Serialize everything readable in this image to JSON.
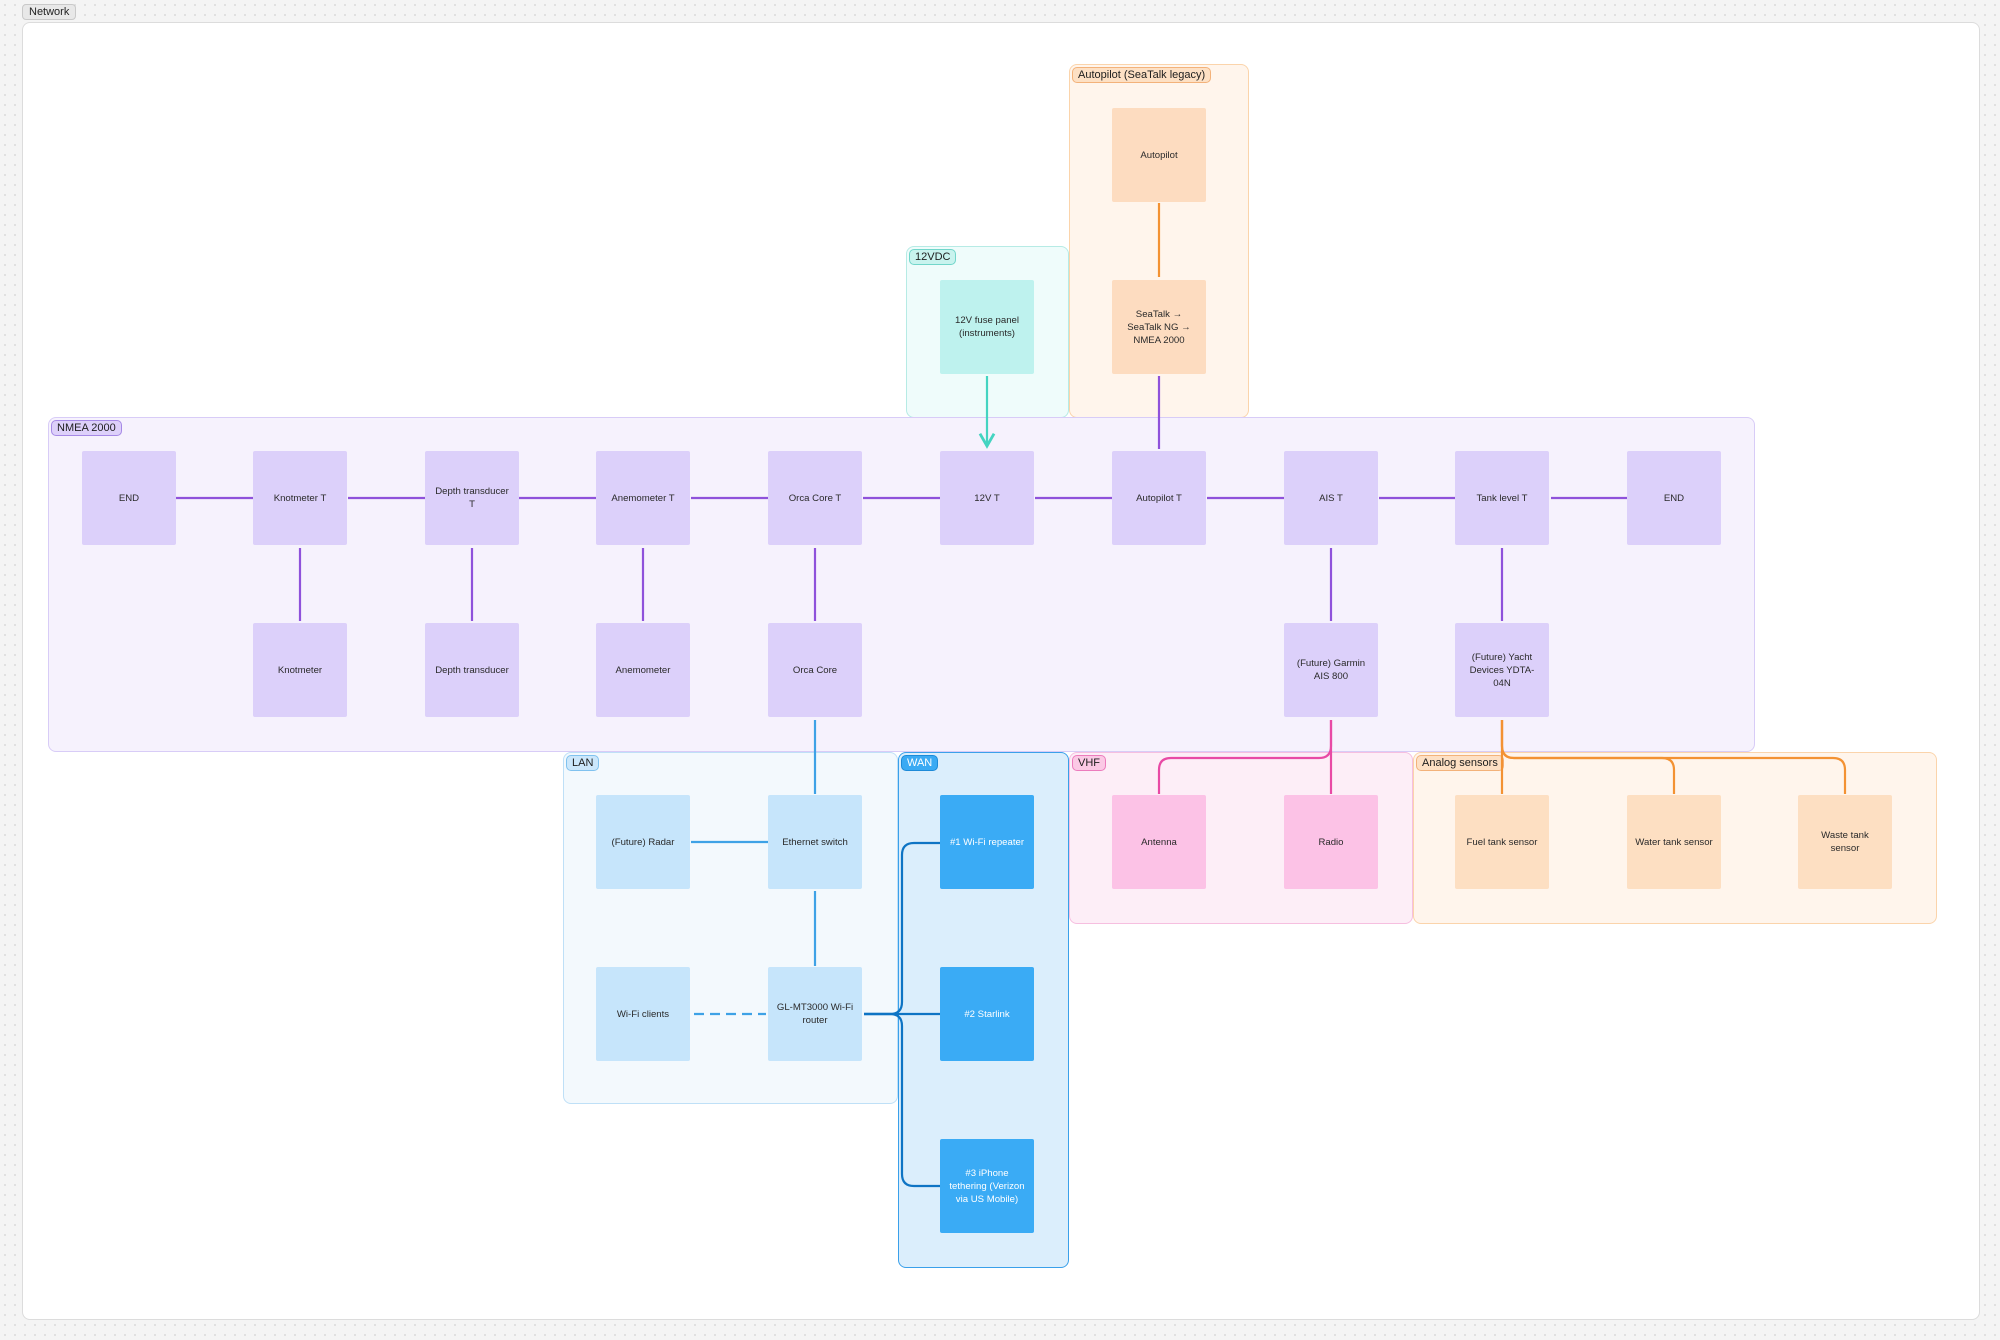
{
  "frame": {
    "label": "Network"
  },
  "colors": {
    "nmea": "#8f52db",
    "lan": "#3ea2e6",
    "wan": "#0e74c4",
    "vhf": "#e84aa5",
    "analog": "#f39233",
    "power": "#44d4c1",
    "autopilot": "#f39233"
  },
  "sections": {
    "autopilot": "Autopilot (SeaTalk legacy)",
    "power": "12VDC",
    "nmea": "NMEA 2000",
    "lan": "LAN",
    "wan": "WAN",
    "vhf": "VHF",
    "analog": "Analog sensors"
  },
  "nodes": {
    "autopilot": "Autopilot",
    "seatalk_converter": "SeaTalk → SeaTalk NG → NMEA 2000",
    "fuse_panel": "12V fuse panel (instruments)",
    "end_left": "END",
    "knotmeter_t": "Knotmeter T",
    "depth_t": "Depth transducer T",
    "anemometer_t": "Anemometer T",
    "orca_core_t": "Orca Core T",
    "t_12v": "12V T",
    "autopilot_t": "Autopilot T",
    "ais_t": "AIS T",
    "tank_level_t": "Tank level T",
    "end_right": "END",
    "knotmeter": "Knotmeter",
    "depth_transducer": "Depth transducer",
    "anemometer": "Anemometer",
    "orca_core": "Orca Core",
    "garmin_ais": "(Future) Garmin AIS 800",
    "ydta": "(Future) Yacht Devices YDTA-04N",
    "radar": "(Future) Radar",
    "ethernet_switch": "Ethernet switch",
    "wifi_clients": "Wi-Fi clients",
    "router": "GL-MT3000 Wi-Fi router",
    "wifi_repeater": "#1 Wi-Fi repeater",
    "starlink": "#2 Starlink",
    "iphone": "#3 iPhone tethering (Verizon via US Mobile)",
    "antenna": "Antenna",
    "radio": "Radio",
    "fuel_sensor": "Fuel tank sensor",
    "water_sensor": "Water tank sensor",
    "waste_sensor": "Waste tank sensor"
  }
}
